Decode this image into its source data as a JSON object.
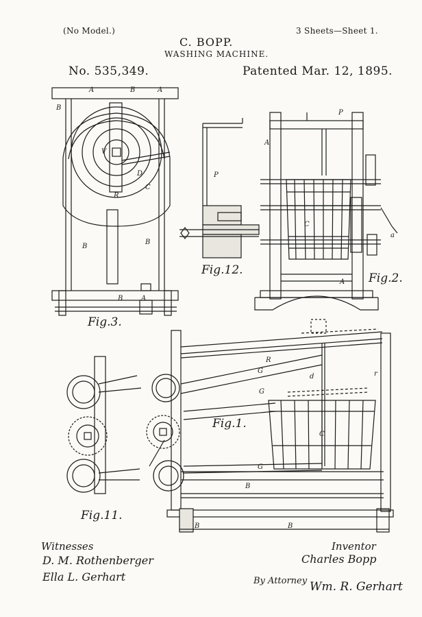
{
  "header": {
    "model_note": "(No Model.)",
    "sheets": "3 Sheets—Sheet 1.",
    "inventor_name": "C. BOPP.",
    "title": "WASHING MACHINE.",
    "patent_number": "No. 535,349.",
    "patent_date": "Patented Mar. 12, 1895."
  },
  "figures": {
    "fig1": "Fig.1.",
    "fig2": "Fig.2.",
    "fig3": "Fig.3.",
    "fig11": "Fig.11.",
    "fig12": "Fig.12."
  },
  "footer": {
    "witnesses_label": "Witnesses",
    "witness_1": "D. M. Rothenberger",
    "witness_2": "Ella L. Gerhart",
    "inventor_label": "Inventor",
    "inventor_signature": "Charles Bopp",
    "attorney_label": "By Attorney",
    "attorney_signature": "Wm. R. Gerhart"
  }
}
